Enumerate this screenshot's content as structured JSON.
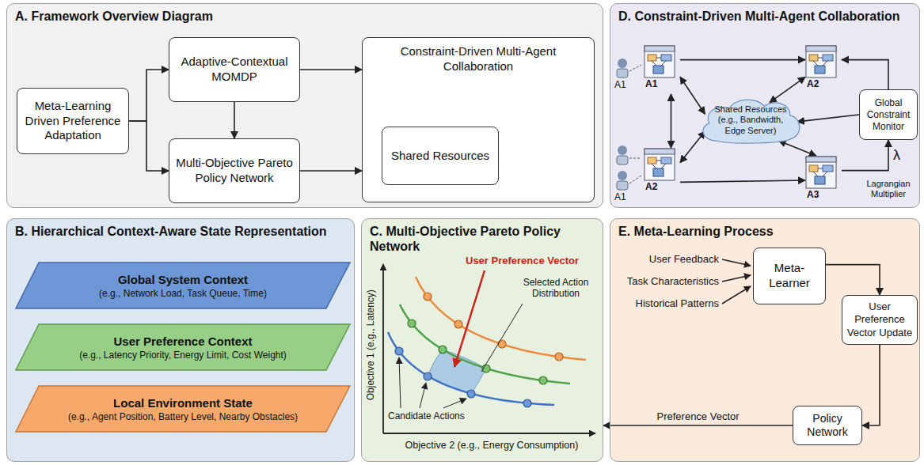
{
  "diagram": {
    "nodes": [
      {
        "text": [
          "A. Framework Overview Diagram"
        ]
      },
      {
        "text": [
          "Meta-Learning Driven Preference Adaptation"
        ],
        "in": 0
      },
      {
        "text": [
          "Adaptive-Contextual MOMDP"
        ],
        "in": 0
      },
      {
        "text": [
          "Multi-Objective Pareto Policy Network"
        ],
        "in": 0
      },
      {
        "text": [
          "Constraint-Driven Multi-Agent Collaboration"
        ],
        "in": 0
      },
      {
        "text": [
          "Shared Resources"
        ],
        "in": 4
      },
      {
        "text": [
          "D. Constraint-Driven Multi-Agent Collaboration"
        ]
      },
      {
        "text": [
          "A1"
        ],
        "in": 6
      },
      {
        "text": [
          "A2"
        ],
        "in": 6
      },
      {
        "text": [
          "A2"
        ],
        "in": 6
      },
      {
        "text": [
          "A3"
        ],
        "in": 6
      },
      {
        "text": [
          "Shared Resources (e.g., Bandwidth, Edge Server)"
        ],
        "in": 6
      },
      {
        "text": [
          "Global Constraint Monitor"
        ],
        "in": 6
      },
      {
        "text": [
          "B. Hierarchical Context-Aware State Representation"
        ]
      },
      {
        "text": [
          "Global System Context",
          "(e.g., Network Load, Task Queue, Time)"
        ],
        "in": 13
      },
      {
        "text": [
          "User Preference Context",
          "(e.g., Latency Priority, Energy Limit, Cost Weight)"
        ],
        "in": 13
      },
      {
        "text": [
          "Local Environment State",
          "(e.g., Agent Position, Battery Level, Nearby Obstacles)"
        ],
        "in": 13
      },
      {
        "text": [
          "C. Multi-Objective Pareto Policy Network"
        ]
      },
      {
        "text": [
          "E. Meta-Learning Process"
        ]
      },
      {
        "text": [
          "Meta-Learner"
        ],
        "in": 18
      },
      {
        "text": [
          "User Preference Vector Update"
        ],
        "in": 18
      },
      {
        "text": [
          "Policy Network"
        ],
        "in": 18
      }
    ],
    "edges": [
      {
        "from": 1,
        "to": 2,
        "arrow": "to"
      },
      {
        "from": 1,
        "to": 3,
        "arrow": "to"
      },
      {
        "from": 2,
        "to": 3,
        "arrow": "to"
      },
      {
        "from": 2,
        "to": 4,
        "arrow": "to"
      },
      {
        "from": 3,
        "to": 4,
        "arrow": "to"
      },
      {
        "from": 7,
        "to": 8,
        "arrow": "to"
      },
      {
        "from": 7,
        "to": 9,
        "arrow": "both"
      },
      {
        "from": 9,
        "to": 10,
        "arrow": "to"
      },
      {
        "from": 7,
        "to": 11,
        "arrow": "both"
      },
      {
        "from": 8,
        "to": 11,
        "arrow": "both"
      },
      {
        "from": 9,
        "to": 11,
        "arrow": "both"
      },
      {
        "from": 10,
        "to": 11,
        "arrow": "both"
      },
      {
        "from": 12,
        "to": 11,
        "arrow": "to"
      },
      {
        "from": 10,
        "to": 12,
        "arrow": "to"
      },
      {
        "from": 12,
        "to": 8,
        "arrow": "to"
      },
      {
        "from": 19,
        "to": 20,
        "arrow": "to"
      },
      {
        "from": 20,
        "to": 21,
        "arrow": "to"
      },
      {
        "from": 21,
        "to": 17,
        "label": "Preference Vector",
        "arrow": "to"
      }
    ],
    "labels": [
      "A1",
      "A1",
      "λ",
      "Lagrangian Multiplier",
      "User Preference Vector",
      "Selected Action Distribution",
      "Candidate Actions",
      "Objective 1 (e.g., Latency)",
      "Objective 2 (e.g., Energy Consumption)",
      "User Feedback",
      "Task Characteristics",
      "Historical Patterns"
    ]
  }
}
